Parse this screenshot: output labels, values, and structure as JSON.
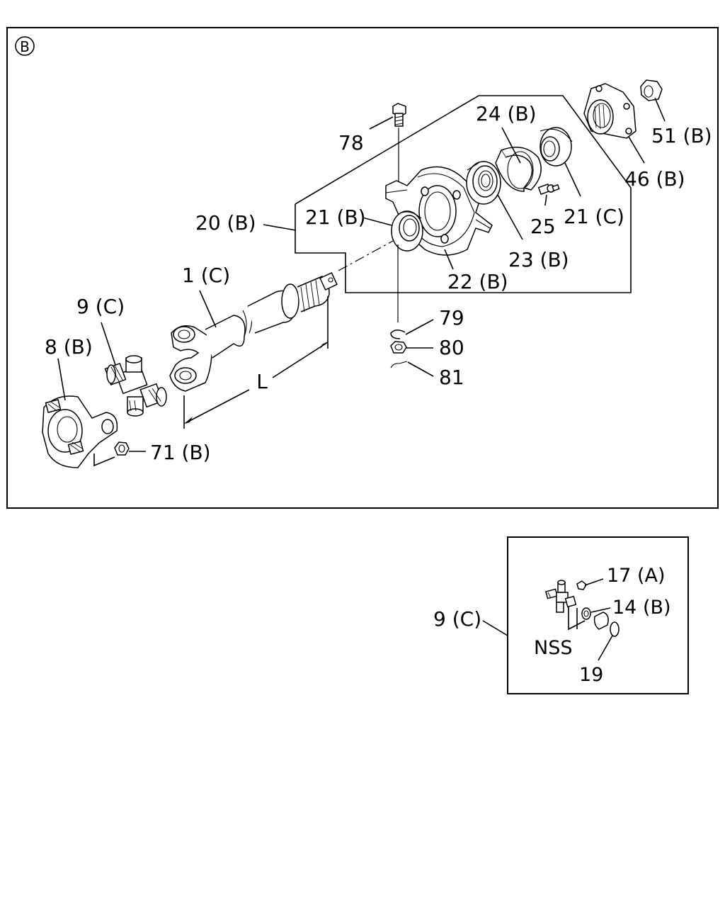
{
  "diagram": {
    "section_badge": "B",
    "main_labels": {
      "l78": "78",
      "l24b": "24 (B)",
      "l51b": "51 (B)",
      "l46b": "46 (B)",
      "l20b": "20 (B)",
      "l21b": "21 (B)",
      "l25": "25",
      "l21c": "21 (C)",
      "l23b": "23 (B)",
      "l22b": "22 (B)",
      "l1c": "1 (C)",
      "l9c": "9 (C)",
      "l8b": "8 (B)",
      "l79": "79",
      "l80": "80",
      "l81": "81",
      "l71b": "71 (B)",
      "dim_l": "L"
    },
    "inset": {
      "callout": "9 (C)",
      "l17a": "17 (A)",
      "l14b": "14 (B)",
      "nss": "NSS",
      "l19": "19"
    }
  }
}
